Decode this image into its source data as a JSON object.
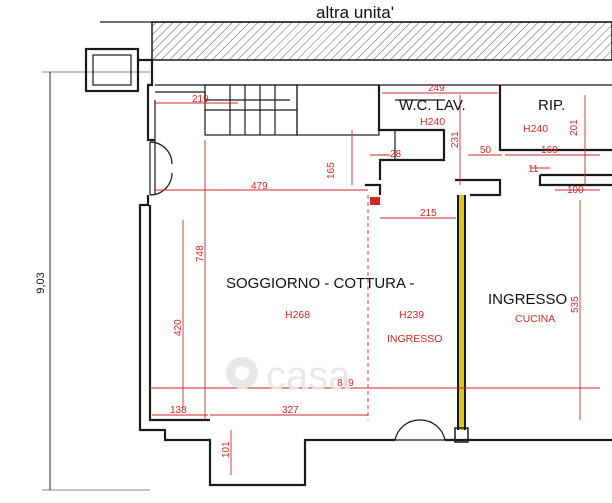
{
  "header": {
    "neighbor_label": "altra unita'"
  },
  "rooms": {
    "wc": "W.C. LAV.",
    "rip": "RIP.",
    "living": "SOGGIORNO - COTTURA -",
    "ingresso": "INGRESSO"
  },
  "heights": {
    "wc": "H240",
    "rip": "H240",
    "living": "H268",
    "middle": "H239"
  },
  "sub_labels": {
    "middle_ingresso": "INGRESSO",
    "cucina": "CUCINA"
  },
  "dimensions": {
    "d219": "219",
    "d249": "249",
    "d231": "231",
    "d201": "201",
    "d165": "165",
    "d28": "28",
    "d50": "50",
    "d169": "169",
    "d11": "11",
    "d100": "100",
    "d479": "479",
    "d215": "215",
    "d748": "748",
    "d420": "420",
    "d535": "535",
    "d849": "849",
    "d138": "138",
    "d327": "327",
    "d101": "101",
    "overall": "9,03"
  },
  "watermark": {
    "text": "casa"
  },
  "colors": {
    "dimension": "#d02828",
    "wall": "#1a1a1a",
    "hatch": "#555555",
    "partition": "#e3c21b"
  }
}
